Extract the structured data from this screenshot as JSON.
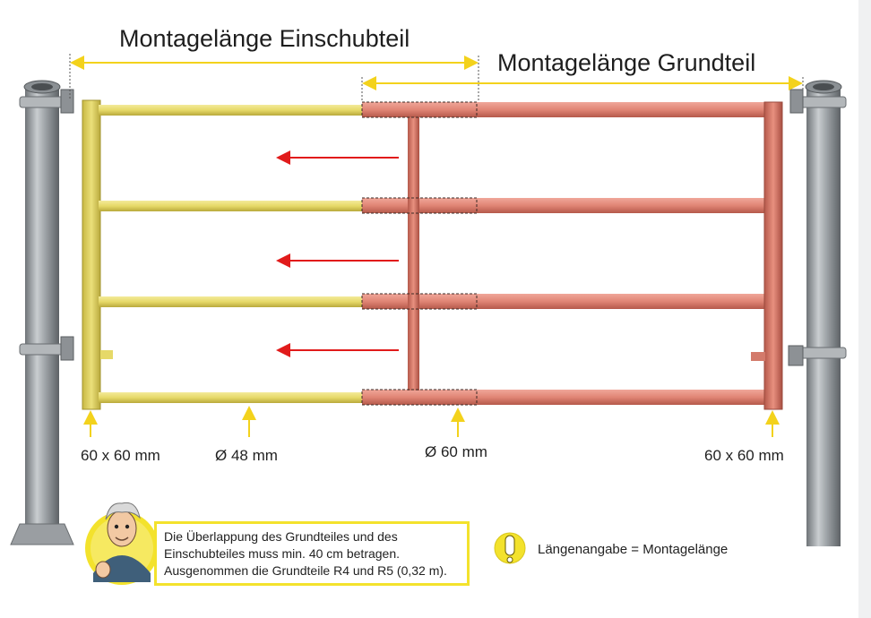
{
  "labels": {
    "title_insert": "Montagelänge Einschubteil",
    "title_base": "Montagelänge Grundteil",
    "left_frame": "60 x 60 mm",
    "insert_tube": "Ø 48 mm",
    "base_tube": "Ø 60 mm",
    "right_frame": "60 x 60 mm"
  },
  "note": {
    "lines": [
      "Die Überlappung des Grundteiles und des",
      "Einschubteiles muss min. 40 cm betragen.",
      "Ausgenommen die Grundteile R4 und R5 (0,32 m)."
    ]
  },
  "legend": {
    "icon": "exclamation-icon",
    "text": "Längenangabe = Montagelänge"
  },
  "colors": {
    "insert": "#ecdf72",
    "base": "#e1897a",
    "dimension": "#f3d21c",
    "arrow": "#e11b1b",
    "post": "#a9adb1"
  }
}
